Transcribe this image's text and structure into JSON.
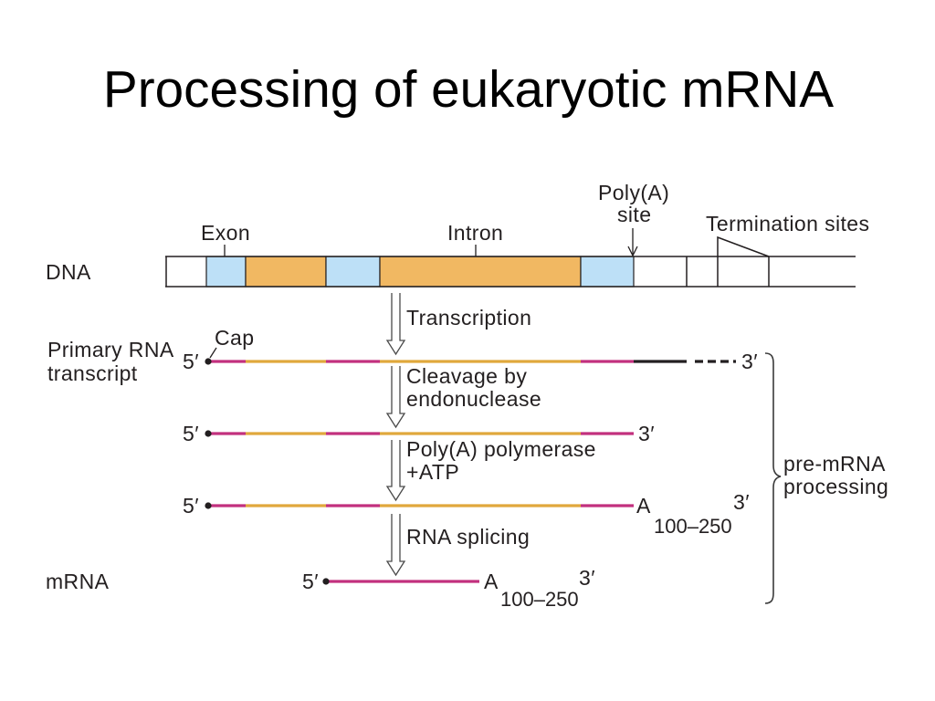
{
  "title": "Processing of eukaryotic mRNA",
  "colors": {
    "dna_exon": "#bde0f7",
    "dna_intron": "#f1b862",
    "rna_exon": "#c2307e",
    "rna_intron": "#e0a83c",
    "rna_flank": "#231f20"
  },
  "dna": {
    "label": "DNA",
    "exon_label": "Exon",
    "intron_label": "Intron",
    "polya_site": [
      "Poly(A)",
      "site"
    ],
    "termination_label": "Termination sites"
  },
  "steps": [
    {
      "lines": [
        "Transcription"
      ]
    },
    {
      "lines": [
        "Cleavage by",
        "endonuclease"
      ]
    },
    {
      "lines": [
        "Poly(A) polymerase",
        "+ATP"
      ]
    },
    {
      "lines": [
        "RNA splicing"
      ]
    }
  ],
  "primary_transcript": {
    "label": [
      "Primary RNA",
      "transcript"
    ],
    "five_prime": "5′",
    "cap_label": "Cap",
    "three_prime": "3′"
  },
  "cleaved_transcript": {
    "five_prime": "5′",
    "three_prime": "3′"
  },
  "polyadenylated_transcript": {
    "five_prime": "5′",
    "tail_base": "A",
    "tail_length": "100–250",
    "three_prime": "3′"
  },
  "mrna": {
    "label": "mRNA",
    "five_prime": "5′",
    "tail_base": "A",
    "tail_length": "100–250",
    "three_prime": "3′"
  },
  "brace_label": [
    "pre-mRNA",
    "processing"
  ]
}
